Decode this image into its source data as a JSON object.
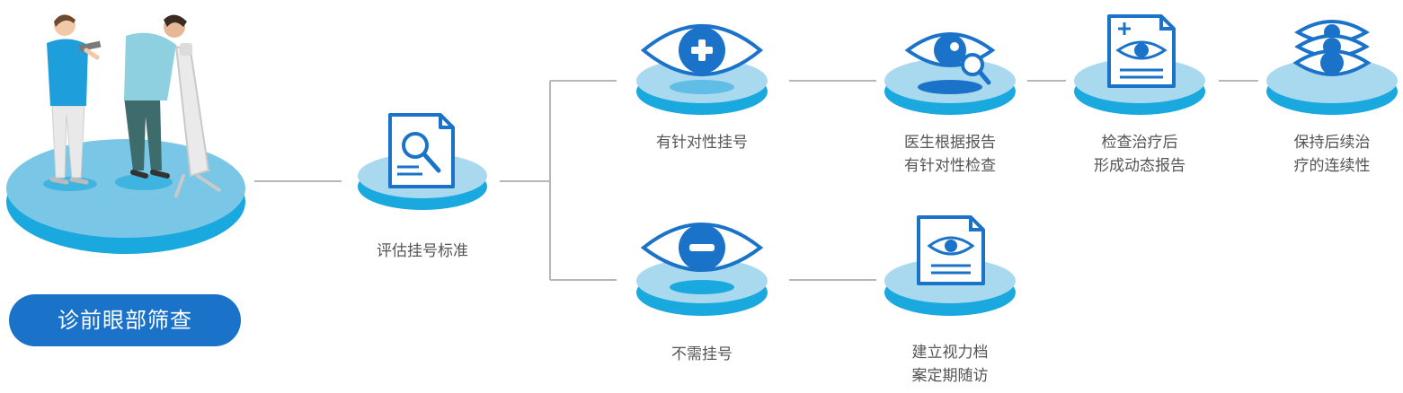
{
  "colors": {
    "platform_top": "#79c6e6",
    "platform_side": "#1aa9de",
    "icon_blue": "#1a73c8",
    "icon_accent": "#22aee0",
    "connector": "#b7b7b7",
    "text": "#555555",
    "pill_bg": "#1a73c8",
    "pill_text": "#ffffff"
  },
  "start": {
    "label": "诊前眼部筛查"
  },
  "nodes": {
    "evaluate": {
      "label": "评估挂号标准",
      "icon": "document-search-icon"
    },
    "targeted": {
      "label": "有针对性挂号",
      "icon": "eye-plus-icon"
    },
    "doctor_check": {
      "line1": "医生根据报告",
      "line2": "有针对性检查",
      "icon": "eye-search-icon"
    },
    "treatment": {
      "line1": "检查治疗后",
      "line2": "形成动态报告",
      "icon": "eye-report-icon"
    },
    "continuity": {
      "line1": "保持后续治",
      "line2": "疗的连续性",
      "icon": "stacked-eyes-icon"
    },
    "no_reg": {
      "label": "不需挂号",
      "icon": "eye-minus-icon"
    },
    "archive": {
      "line1": "建立视力档",
      "line2": "案定期随访",
      "icon": "eye-document-icon"
    }
  }
}
